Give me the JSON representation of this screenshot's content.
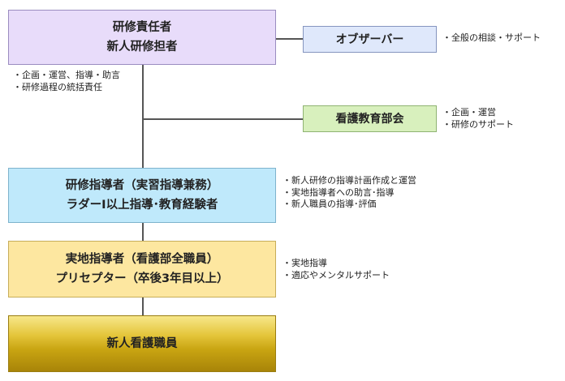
{
  "boxes": {
    "chief": {
      "line1": "研修責任者",
      "line2": "新人研修担者"
    },
    "observer": {
      "label": "オブザーバー"
    },
    "council": {
      "label": "看護教育部会"
    },
    "instructor": {
      "line1": "研修指導者（実習指導兼務）",
      "line2": "ラダーⅠ以上指導･教育経験者"
    },
    "onsite": {
      "line1": "実地指導者（看護部全職員）",
      "line2": "プリセプター（卒後3年目以上）"
    },
    "newstaff": {
      "label": "新人看護職員"
    }
  },
  "notes": {
    "chief": [
      "・企画・運営、指導・助言",
      "・研修過程の統括責任"
    ],
    "observer": [
      "・全般の相談・サポート"
    ],
    "council": [
      "・企画・運営",
      "・研修のサポート"
    ],
    "instructor": [
      "・新人研修の指導計画作成と運営",
      "・実地指導者への助言･指導",
      "・新人職員の指導･評価"
    ],
    "onsite": [
      "・実地指導",
      "・適応やメンタルサポート"
    ]
  },
  "colors": {
    "chief": "#e8dcfa",
    "observer": "#dfe8fb",
    "council": "#d8f0bd",
    "instructor": "#bfe9fb",
    "onsite": "#fde7a0",
    "newstaff": "#d4b21e",
    "connector": "#555555"
  }
}
